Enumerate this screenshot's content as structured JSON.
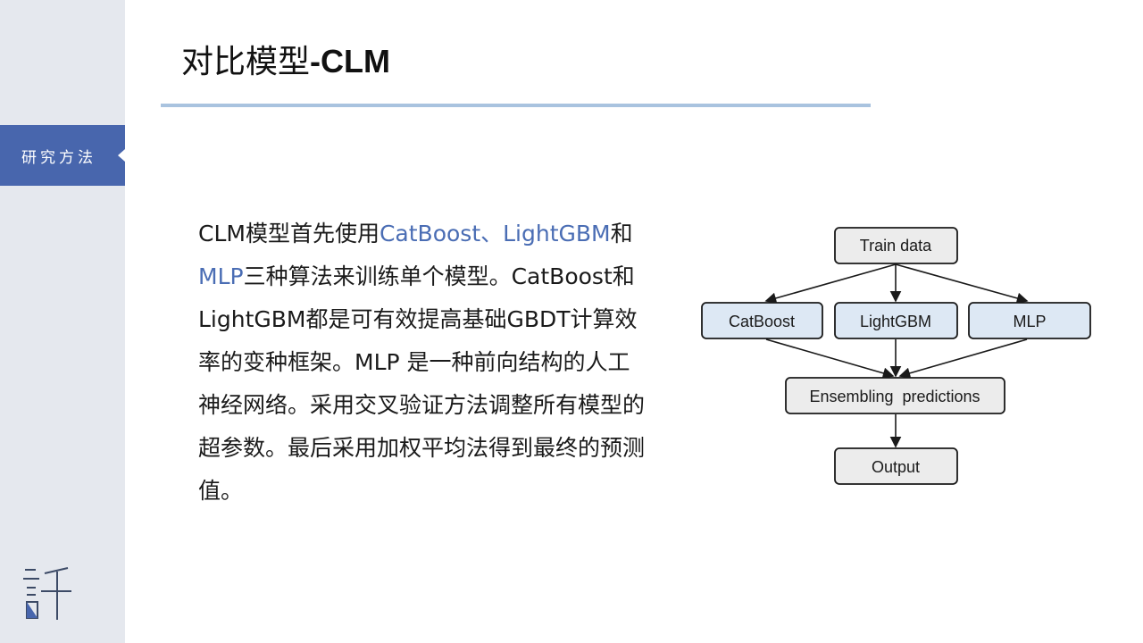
{
  "sidebar": {
    "section_label": "研究方法"
  },
  "header": {
    "title_cn": "对比模型",
    "title_en": "-CLM"
  },
  "content": {
    "segments": [
      {
        "text": "CLM模型首先使用",
        "highlight": false
      },
      {
        "text": "CatBoost、LightGBM",
        "highlight": true
      },
      {
        "text": "和",
        "highlight": false
      },
      {
        "text": "MLP",
        "highlight": true
      },
      {
        "text": "三种算法来训练单个模型。",
        "highlight": false
      },
      {
        "text": "CatBoost和LightGBM都是可有效提高基础GBDT计算效率的变种框架。MLP 是一种前向结构的人工神经网络。采用交叉验证方法调整所有模型的超参数。最后采用加权平均法得到最终的预测值。",
        "highlight": false
      }
    ]
  },
  "flowchart": {
    "nodes": {
      "train": "Train data",
      "catboost": "CatBoost",
      "lightgbm": "LightGBM",
      "mlp": "MLP",
      "ensemble": "Ensembling  predictions",
      "output": "Output"
    }
  },
  "colors": {
    "sidebar_bg": "#e5e8ee",
    "accent": "#4866ad",
    "highlight_text": "#4a6db4",
    "title_rule": "#a9c3df",
    "node_fill_gray": "#ececec",
    "node_fill_blue": "#dde8f4"
  }
}
